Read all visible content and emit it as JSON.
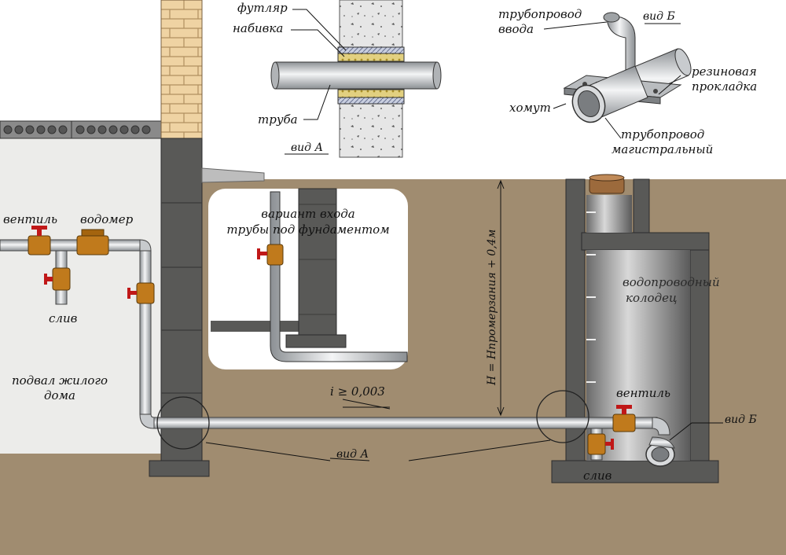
{
  "colors": {
    "soil": "#a08c70",
    "basement": "#ececea",
    "concrete": "#5a5a58",
    "pipe": "#d8dadc",
    "valve": "#c07a1c",
    "handle": "#c01818",
    "brick": "#efd3a3"
  },
  "labels": {
    "case": "футляр",
    "packing": "набивка",
    "pipe": "труба",
    "view_a_top": "вид А",
    "inlet_pipe_line1": "трубопровод",
    "inlet_pipe_line2": "ввода",
    "view_b_top": "вид Б",
    "rubber_line1": "резиновая",
    "rubber_line2": "прокладка",
    "clamp": "хомут",
    "main_pipe_line1": "трубопровод",
    "main_pipe_line2": "магистральный",
    "variant_line1": "вариант входа",
    "variant_line2": "трубы под фундаментом",
    "depth": "H = Hпромерзания + 0,4м",
    "well_line1": "водопроводный",
    "well_line2": "колодец",
    "valve_house": "вентиль",
    "meter": "водомер",
    "drain_house": "слив",
    "basement_line1": "подвал жилого",
    "basement_line2": "дома",
    "slope": "i ≥ 0,003",
    "view_a_bottom": "вид А",
    "valve_well": "вентиль",
    "view_b_well": "вид Б",
    "drain_well": "слив"
  }
}
